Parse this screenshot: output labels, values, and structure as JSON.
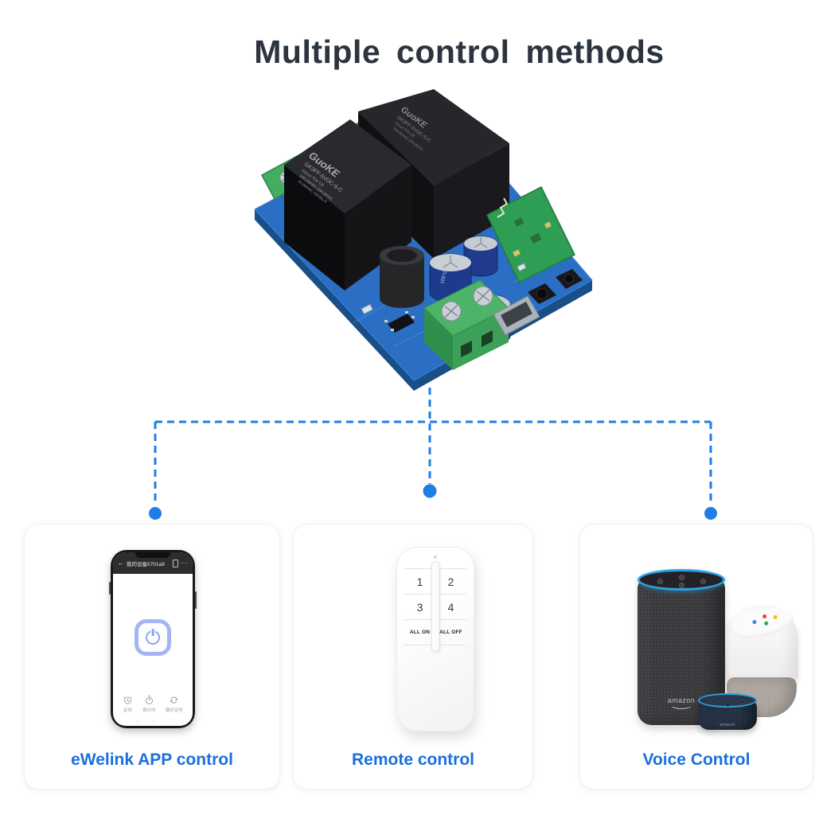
{
  "title": {
    "text": "Multiple control methods",
    "color": "#2c343f"
  },
  "colors": {
    "accent_blue": "#1a6fe0",
    "connector_blue": "#1f7de6",
    "alexa_ring_blue": "#2e9fe0",
    "pcb_blue": "#2a6fc4",
    "terminal_green": "#44ad60",
    "google_dots": [
      "#4285F4",
      "#EA4335",
      "#FBBC05",
      "#34A853"
    ]
  },
  "board": {
    "relay_brand": "GuoKE",
    "relay_model": "GK3FF-5VDC-S-C",
    "relay_certs": "cULus  TÜV  CE",
    "relay_rating_line1": "10A 250VAC  10A 28VDC",
    "relay_rating_line2": "7A 250VAC  2ZF45L-8",
    "capacitor_label": "105°C"
  },
  "app_card": {
    "label": "eWelink APP control",
    "phone": {
      "back_icon": "←",
      "header_title": "我的设备5701a9",
      "more_icon": "···",
      "dock": [
        {
          "icon": "schedule-icon",
          "label": "定时"
        },
        {
          "icon": "countdown-icon",
          "label": "倒计时"
        },
        {
          "icon": "loop-timer-icon",
          "label": "循环定时"
        }
      ],
      "nav": {
        "back": "◁",
        "home": "○",
        "recents": "□"
      }
    }
  },
  "remote_card": {
    "label": "Remote control",
    "buttons": [
      "1",
      "2",
      "3",
      "4",
      "ALL ON",
      "ALL OFF"
    ]
  },
  "voice_card": {
    "label": "Voice Control",
    "devices": {
      "echo": {
        "name": "amazon-echo",
        "logo": "amazon"
      },
      "home": {
        "name": "google-home"
      },
      "dot": {
        "name": "echo-dot",
        "logo": "amazon"
      }
    }
  }
}
